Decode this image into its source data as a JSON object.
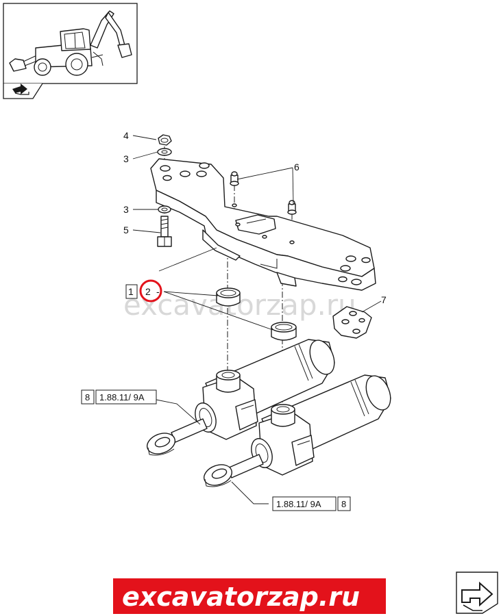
{
  "callouts": {
    "c4": "4",
    "c3a": "3",
    "c3b": "3",
    "c5": "5",
    "c6": "6",
    "c7": "7",
    "c1": "1",
    "c2": "2"
  },
  "references": {
    "left_qty": "8",
    "left_code": "1.88.11/ 9A",
    "right_code": "1.88.11/ 9A",
    "right_qty": "8"
  },
  "watermark": "excavatorzap.ru",
  "banner": {
    "text": "excavatorzap.ru",
    "color": "#e3121b"
  },
  "colors": {
    "highlight_ring": "#e3121b"
  },
  "icons": {
    "thumbnail": "backhoe-loader-thumbnail",
    "prev": "page-flip-arrow-icon",
    "next": "next-page-arrow-icon"
  }
}
